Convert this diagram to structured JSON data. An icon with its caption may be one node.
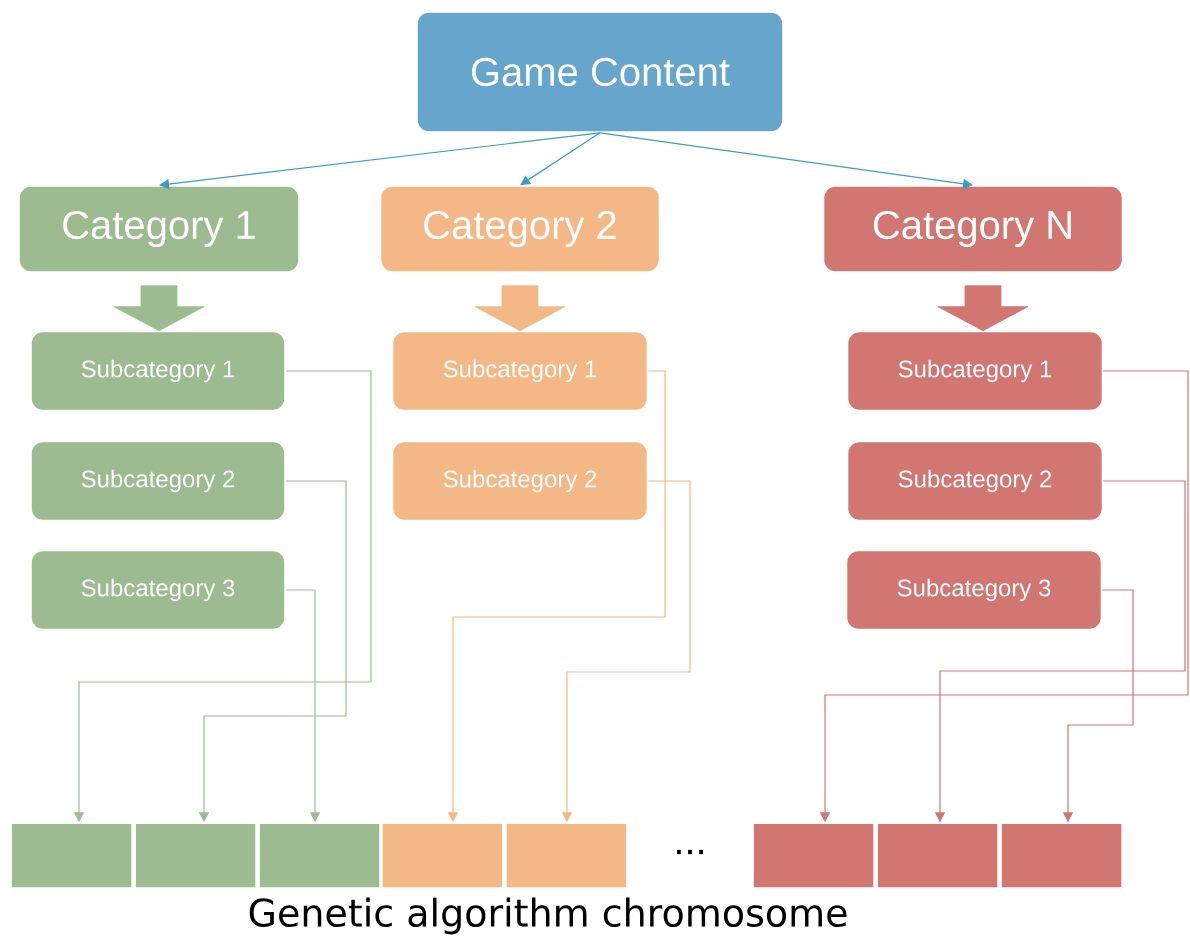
{
  "diagram": {
    "caption": "Genetic algorithm chromosome",
    "nodes": [
      {
        "text": [
          "Game Content"
        ]
      },
      {
        "text": [
          "Category 1"
        ]
      },
      {
        "text": [
          "Category 2"
        ]
      },
      {
        "text": [
          "Category N"
        ]
      },
      {
        "text": [
          "Subcategory 1"
        ]
      },
      {
        "text": [
          "Subcategory 2"
        ]
      },
      {
        "text": [
          "Subcategory 3"
        ]
      },
      {
        "text": [
          "Subcategory 1"
        ]
      },
      {
        "text": [
          "Subcategory 2"
        ]
      },
      {
        "text": [
          "Subcategory 1"
        ]
      },
      {
        "text": [
          "Subcategory 2"
        ]
      },
      {
        "text": [
          "Subcategory 3"
        ]
      },
      {
        "text": [],
        "shape": "box"
      },
      {
        "text": [],
        "shape": "box"
      },
      {
        "text": [],
        "shape": "box"
      },
      {
        "text": [],
        "shape": "box"
      },
      {
        "text": [],
        "shape": "box"
      },
      {
        "text": [],
        "shape": "box"
      },
      {
        "text": [],
        "shape": "box"
      },
      {
        "text": [],
        "shape": "box"
      }
    ],
    "edges": [
      {
        "from": 0,
        "to": 1,
        "arrow": "to",
        "color": "#3a9fbf"
      },
      {
        "from": 0,
        "to": 2,
        "arrow": "to",
        "color": "#3a9fbf"
      },
      {
        "from": 0,
        "to": 3,
        "arrow": "to",
        "color": "#3a9fbf"
      },
      {
        "from": 1,
        "to": 4,
        "arrow": "to",
        "style": "thick",
        "color": "#9dbb91"
      },
      {
        "from": 2,
        "to": 7,
        "arrow": "to",
        "style": "thick",
        "color": "#f4b886"
      },
      {
        "from": 3,
        "to": 9,
        "arrow": "to",
        "style": "thick",
        "color": "#d27672"
      },
      {
        "from": 4,
        "to": 12,
        "arrow": "to",
        "color": "#9dbb91"
      },
      {
        "from": 5,
        "to": 13,
        "arrow": "to",
        "color": "#9dbb91"
      },
      {
        "from": 6,
        "to": 14,
        "arrow": "to",
        "color": "#9dbb91"
      },
      {
        "from": 7,
        "to": 15,
        "arrow": "to",
        "color": "#f4b886"
      },
      {
        "from": 8,
        "to": 16,
        "arrow": "to",
        "color": "#f4b886"
      },
      {
        "from": 9,
        "to": 17,
        "arrow": "to",
        "color": "#d27672"
      },
      {
        "from": 10,
        "to": 18,
        "arrow": "to",
        "color": "#d27672"
      },
      {
        "from": 11,
        "to": 19,
        "arrow": "to",
        "color": "#d27672"
      }
    ],
    "labels": [
      "..."
    ]
  }
}
